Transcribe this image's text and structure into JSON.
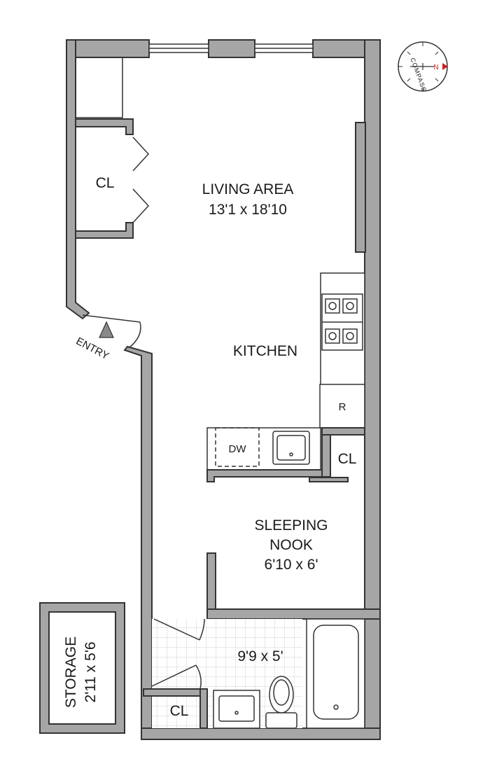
{
  "rooms": {
    "living": {
      "name": "LIVING AREA",
      "dims": "13'1 x 18'10"
    },
    "kitchen": {
      "name": "KITCHEN"
    },
    "sleeping": {
      "line1": "SLEEPING",
      "line2": "NOOK",
      "dims": "6'10 x 6'"
    },
    "bath": {
      "dims": "9'9 x 5'"
    },
    "storage": {
      "name": "STORAGE",
      "dims": "2'11 x 5'6"
    }
  },
  "closets": {
    "living": "CL",
    "kitchen": "CL",
    "bath": "CL"
  },
  "appliances": {
    "dishwasher": "DW",
    "refrigerator": "R"
  },
  "entry": "ENTRY",
  "compass": {
    "label": "COMPASS",
    "north": "N"
  },
  "colors": {
    "wall": "#a6a6a6",
    "outline": "#333333",
    "compass_needle": "#cc2222"
  }
}
